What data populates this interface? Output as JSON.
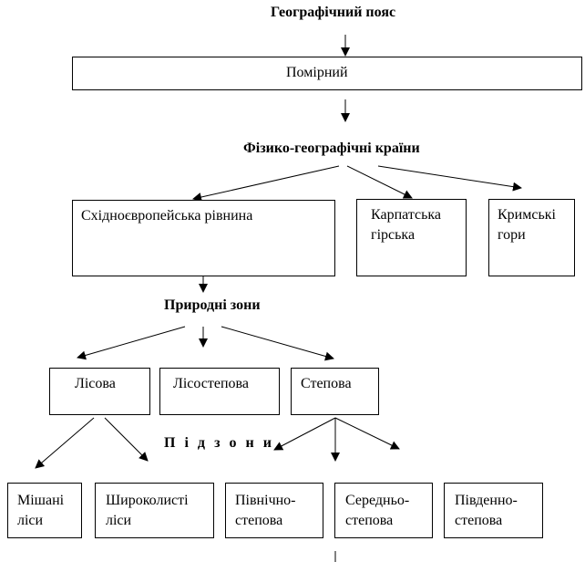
{
  "headings": {
    "geographic_belt": "Географічний пояс",
    "physico_geographic_countries": "Фізико-географічні країни",
    "natural_zones": "Природні зони",
    "subzones": "Підзони"
  },
  "boxes": {
    "temperate": "Помірний",
    "east_european_plain": "Східноєвропейська рівнина",
    "carpathian": "Карпатська\nгірська",
    "crimean": "Кримські\nгори",
    "forest": "Лісова",
    "forest_steppe": "Лісостепова",
    "steppe": "Степова",
    "mixed_forests": "Мішані\nліси",
    "broadleaf_forests": "Широколисті\nліси",
    "north_steppe": "Північно-\nстепова",
    "middle_steppe": "Середньо-\nстепова",
    "south_steppe": "Південно-\nстепова"
  },
  "colors": {
    "line": "#000000",
    "text": "#000000",
    "background": "#ffffff"
  }
}
